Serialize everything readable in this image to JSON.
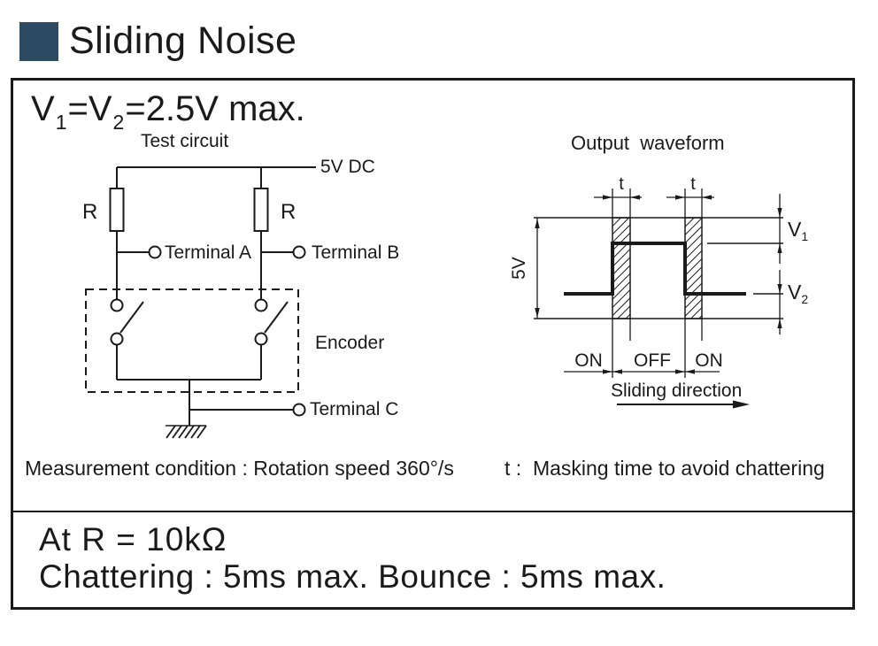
{
  "colors": {
    "accent": "#2d4a63",
    "ink": "#1a1a1a"
  },
  "title": "Sliding Noise",
  "spec_heading": {
    "part1": "V",
    "sub1": "1",
    "part2": "=V",
    "sub2": "2",
    "part3": "=2.5V max."
  },
  "test_circuit": {
    "caption": "Test circuit",
    "supply": "5V DC",
    "resistor_left": "R",
    "resistor_right": "R",
    "terminal_a": "Terminal A",
    "terminal_b": "Terminal B",
    "terminal_c": "Terminal C",
    "encoder": "Encoder"
  },
  "waveform": {
    "caption": "Output  waveform",
    "supply_span": "5V",
    "mask_left": "t",
    "mask_right": "t",
    "v1_base": "V",
    "v1_sub": "1",
    "v2_base": "V",
    "v2_sub": "2",
    "state_left": "ON",
    "state_mid": "OFF",
    "state_right": "ON",
    "direction": "Sliding direction"
  },
  "notes": {
    "measurement": "Measurement condition : Rotation speed 360°/s",
    "mask_time": "t :  Masking time to avoid chattering"
  },
  "ratings": {
    "condition": "At R = 10kΩ",
    "values": "Chattering : 5ms max. Bounce : 5ms max."
  }
}
